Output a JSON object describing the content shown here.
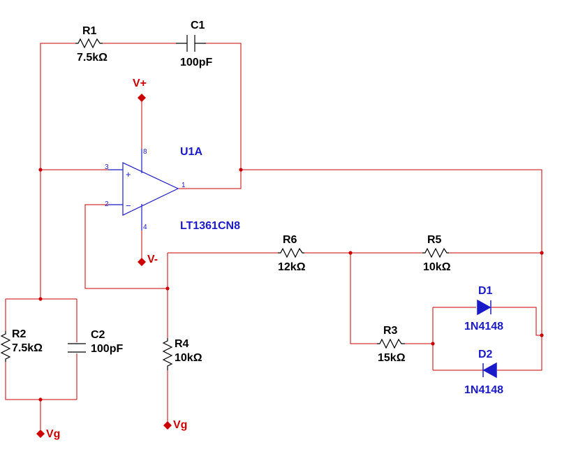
{
  "components": {
    "r1": {
      "ref": "R1",
      "value": "7.5kΩ"
    },
    "c1": {
      "ref": "C1",
      "value": "100pF"
    },
    "r2": {
      "ref": "R2",
      "value": "7.5kΩ"
    },
    "c2": {
      "ref": "C2",
      "value": "100pF"
    },
    "r3": {
      "ref": "R3",
      "value": "15kΩ"
    },
    "r4": {
      "ref": "R4",
      "value": "10kΩ"
    },
    "r5": {
      "ref": "R5",
      "value": "10kΩ"
    },
    "r6": {
      "ref": "R6",
      "value": "12kΩ"
    },
    "d1": {
      "ref": "D1",
      "value": "1N4148"
    },
    "d2": {
      "ref": "D2",
      "value": "1N4148"
    },
    "u1": {
      "ref": "U1A",
      "model": "LT1361CN8",
      "pins": {
        "p1": "1",
        "p2": "2",
        "p3": "3",
        "p4": "4",
        "p8": "8"
      },
      "plus": "+",
      "minus": "−"
    }
  },
  "power": {
    "vplus": "V+",
    "vminus": "V-",
    "vg1": "Vg",
    "vg2": "Vg"
  },
  "colors": {
    "wire": "#cc0000",
    "opamp": "#1a1ac8",
    "part": "#000000"
  }
}
